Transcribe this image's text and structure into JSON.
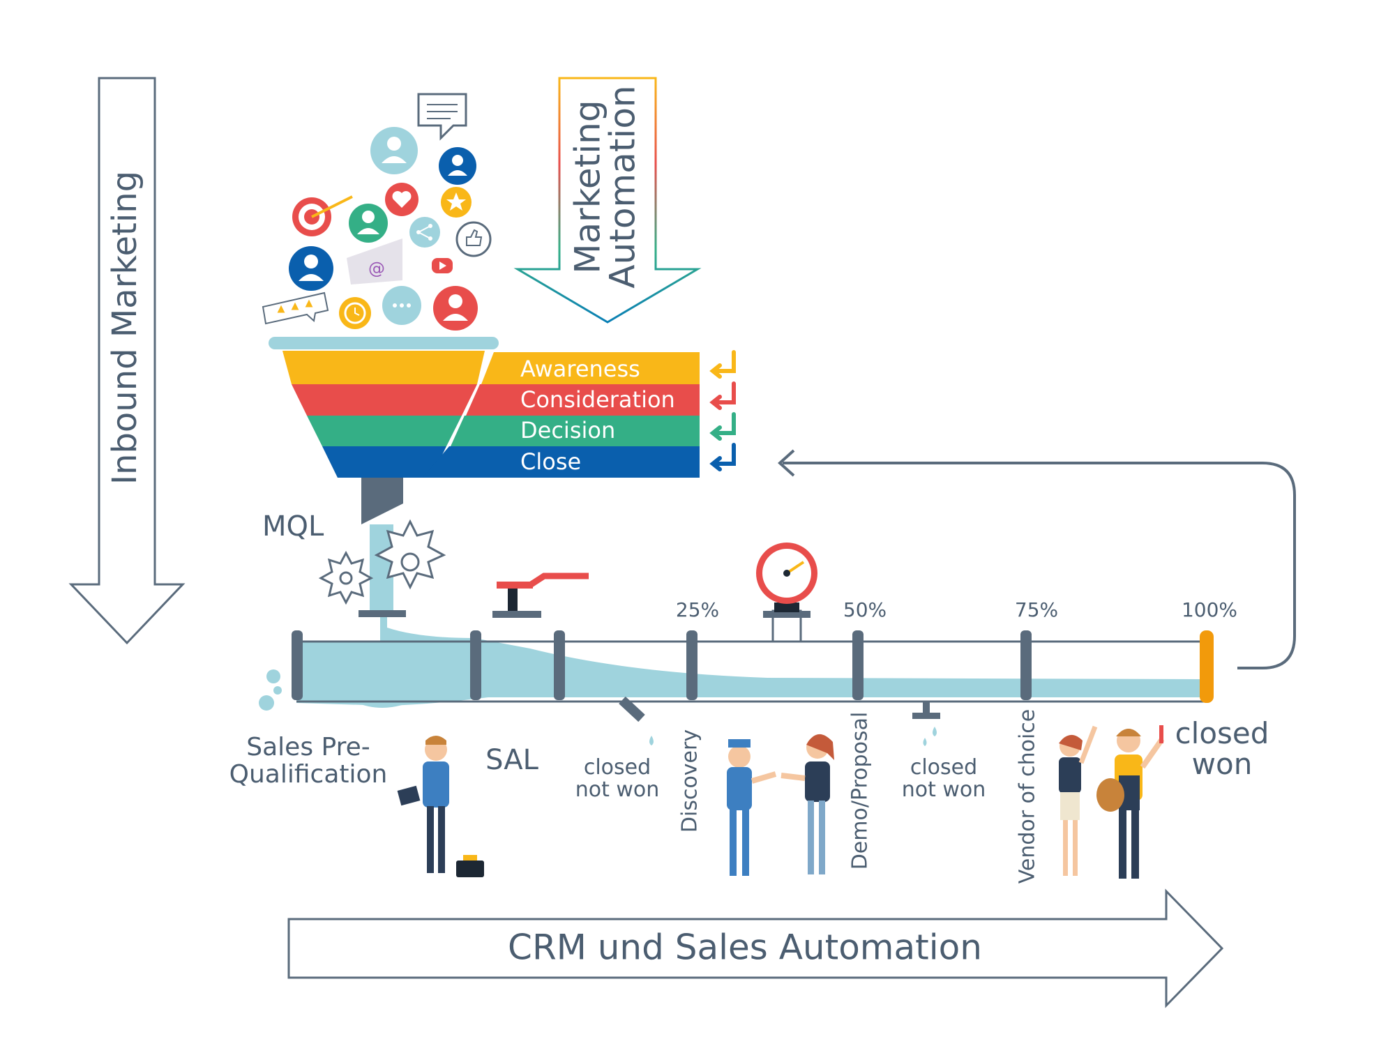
{
  "arrows": {
    "inbound": "Inbound Marketing",
    "automation_line1": "Marketing",
    "automation_line2": "Automation",
    "crm": "CRM und Sales Automation"
  },
  "funnel": {
    "stages": [
      {
        "label": "Awareness",
        "color": "#f9b718"
      },
      {
        "label": "Consideration",
        "color": "#e84d4b"
      },
      {
        "label": "Decision",
        "color": "#34af86"
      },
      {
        "label": "Close",
        "color": "#0a5fad"
      }
    ],
    "mql": "MQL"
  },
  "pipeline": {
    "sal": "SAL",
    "sales_pre_line1": "Sales Pre-",
    "sales_pre_line2": "Qualification",
    "percents": [
      "25%",
      "50%",
      "75%",
      "100%"
    ],
    "stages": [
      "Discovery",
      "Demo/Proposal",
      "Vendor of choice"
    ],
    "closed_not_won_line1": "closed",
    "closed_not_won_line2": "not won",
    "closed_won_line1": "closed",
    "closed_won_line2": "won"
  },
  "colors": {
    "text": "#4b5d70",
    "pipe": "#9fd3dd",
    "pipe_outline": "#5a6b7c",
    "accent_orange": "#f29a0b"
  },
  "icons": [
    "chat-bubble-icon",
    "person-icon",
    "heart-icon",
    "star-icon",
    "target-icon",
    "email-icon",
    "share-icon",
    "thumbs-up-icon",
    "play-icon",
    "clock-icon",
    "rating-stars-icon",
    "gear-icon",
    "valve-icon",
    "pressure-gauge-icon"
  ]
}
